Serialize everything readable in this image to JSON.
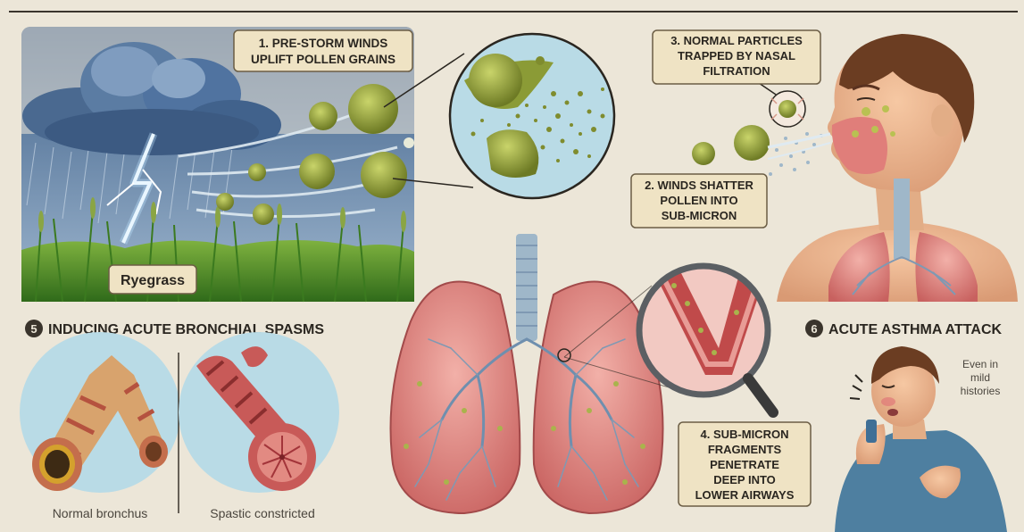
{
  "labels": {
    "step1_line1": "1. PRE-STORM WINDS",
    "step1_line2": "UPLIFT POLLEN GRAINS",
    "step2_line1": "2. WINDS SHATTER",
    "step2_line2": "POLLEN INTO",
    "step2_line3": "SUB-MICRON",
    "step3_line1": "3. NORMAL PARTICLES",
    "step3_line2": "TRAPPED BY NASAL",
    "step3_line3": "FILTRATION",
    "step4_line1": "4. SUB-MICRON",
    "step4_line2": "FRAGMENTS",
    "step4_line3": "PENETRATE",
    "step4_line4": "DEEP INTO",
    "step4_line5": "LOWER AIRWAYS",
    "step5_num": "5",
    "step5_title": "INDUCING ACUTE BRONCHIAL SPASMS",
    "step6_num": "6",
    "step6_title": "ACUTE ASTHMA ATTACK",
    "ryegrass": "Ryegrass",
    "normal_bronchus": "Normal bronchus",
    "spastic_constricted": "Spastic constricted",
    "note_line1": "Even in",
    "note_line2": "mild",
    "note_line3": "histories"
  },
  "colors": {
    "background": "#ece6d8",
    "label_box": "#efe3c4",
    "label_border": "#6b5d44",
    "lung": "#d97f7f",
    "pollen": "#9aa83c",
    "sky": "#5d7fa6",
    "grass": "#4e8a2b",
    "circle_bg": "#b9dbe6"
  }
}
